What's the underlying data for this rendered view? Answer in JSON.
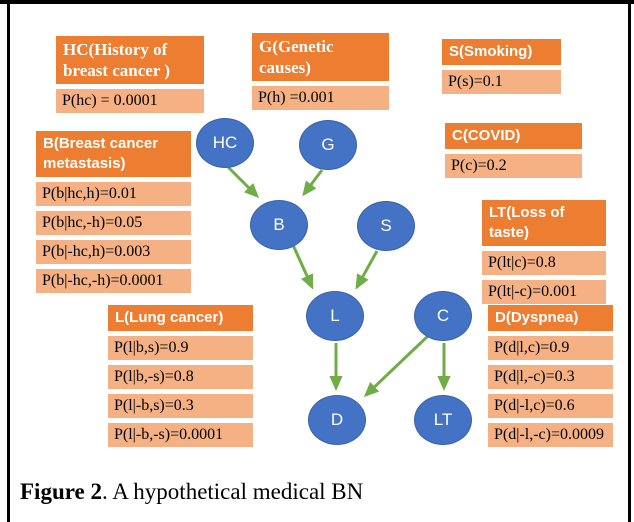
{
  "figure": {
    "caption": {
      "label": "Figure 2",
      "rest": ". A hypothetical medical BN"
    }
  },
  "colors": {
    "header_orange": "#ED7D31",
    "row_orange": "#F5B183",
    "node_blue": "#4472C4",
    "arrow_green": "#70AD47"
  },
  "tables": {
    "hc": {
      "header": "HC(History of breast cancer )",
      "rows": [
        "P(hc) = 0.0001"
      ]
    },
    "g": {
      "header": "G(Genetic causes)",
      "rows": [
        "P(h) =0.001"
      ]
    },
    "s": {
      "header": "S(Smoking)",
      "rows": [
        "P(s)=0.1"
      ]
    },
    "c": {
      "header": "C(COVID)",
      "rows": [
        "P(c)=0.2"
      ]
    },
    "b": {
      "header": "B(Breast cancer metastasis)",
      "rows": [
        "P(b|hc,h)=0.01",
        "P(b|hc,-h)=0.05",
        "P(b|-hc,h)=0.003",
        "P(b|-hc,-h)=0.0001"
      ]
    },
    "l": {
      "header": "L(Lung cancer)",
      "rows": [
        "P(l|b,s)=0.9",
        "P(l|b,-s)=0.8",
        "P(l|-b,s)=0.3",
        "P(l|-b,-s)=0.0001"
      ]
    },
    "lt": {
      "header": "LT(Loss of taste)",
      "rows": [
        "P(lt|c)=0.8",
        "P(lt|-c)=0.001"
      ]
    },
    "d": {
      "header": "D(Dyspnea)",
      "rows": [
        "P(d|l,c)=0.9",
        "P(d|l,-c)=0.3",
        "P(d|-l,c)=0.6",
        "P(d|-l,-c)=0.0009"
      ]
    }
  },
  "nodes": {
    "hc": "HC",
    "g": "G",
    "b": "B",
    "s": "S",
    "l": "L",
    "c": "C",
    "d": "D",
    "lt": "LT"
  },
  "edges": [
    "HC→B",
    "G→B",
    "B→L",
    "S→L",
    "L→D",
    "C→D",
    "C→LT"
  ]
}
